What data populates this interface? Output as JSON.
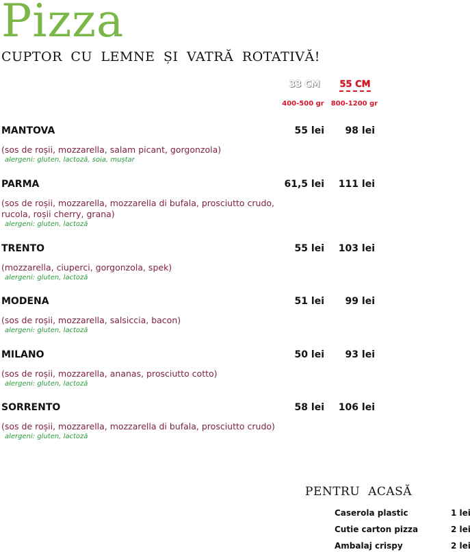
{
  "title": "Pizza",
  "subtitle": "CUPTOR CU LEMNE ȘI VATRĂ ROTATIVĂ!",
  "sizes": {
    "small": {
      "label": "33 CM",
      "weight": "400-500 gr"
    },
    "large": {
      "label": "55 CM",
      "weight": "800-1200 gr"
    }
  },
  "pizzas": [
    {
      "name": "MANTOVA",
      "price_small": "55 lei",
      "price_large": "98 lei",
      "ingredients": "(sos de roșii, mozzarella, salam picant, gorgonzola)",
      "allergens": "alergeni: gluten, lactoză, soia, muștar"
    },
    {
      "name": "PARMA",
      "price_small": "61,5 lei",
      "price_large": "111 lei",
      "ingredients": "(sos de roșii, mozzarella, mozzarella di bufala, prosciutto crudo, rucola, roșii cherry, grana)",
      "allergens": "alergeni: gluten, lactoză"
    },
    {
      "name": "TRENTO",
      "price_small": "55 lei",
      "price_large": "103 lei",
      "ingredients": "(mozzarella, ciuperci, gorgonzola, spek)",
      "allergens": "alergeni: gluten, lactoză"
    },
    {
      "name": "MODENA",
      "price_small": "51 lei",
      "price_large": "99 lei",
      "ingredients": "(sos de roșii, mozzarella, salsiccia, bacon)",
      "allergens": "alergeni: gluten, lactoză"
    },
    {
      "name": "MILANO",
      "price_small": "50 lei",
      "price_large": "93 lei",
      "ingredients": "(sos de roșii, mozzarella, ananas, prosciutto cotto)",
      "allergens": "alergeni: gluten, lactoză"
    },
    {
      "name": "SORRENTO",
      "price_small": "58 lei",
      "price_large": "106 lei",
      "ingredients": "(sos de roșii, mozzarella, mozzarella di bufala, prosciutto crudo)",
      "allergens": "alergeni: gluten, lactoză"
    }
  ],
  "takeaway": {
    "title": "PENTRU ACASĂ",
    "items": [
      {
        "name": "Caserola plastic",
        "price": "1 lei"
      },
      {
        "name": "Cutie carton pizza",
        "price": "2 lei"
      },
      {
        "name": "Ambalaj crispy",
        "price": "2 lei"
      }
    ]
  }
}
